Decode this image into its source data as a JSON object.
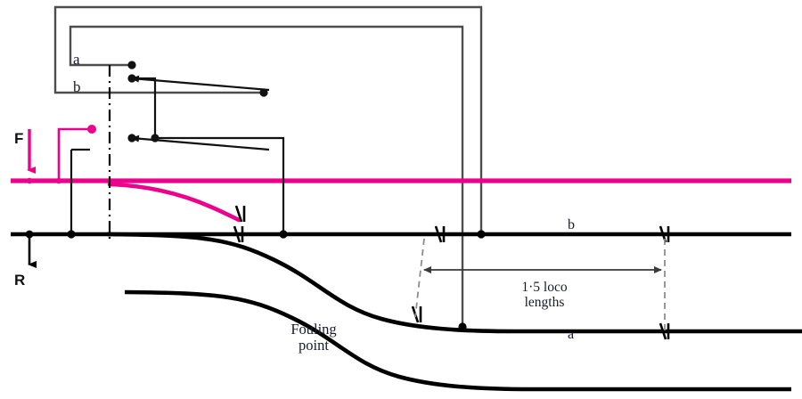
{
  "diagram": {
    "title": "Railway junction signalling layout diagram",
    "colors": {
      "track_black": "#000000",
      "overlap_magenta": "#ec008c",
      "circuit_gray": "#4d4d4d",
      "dimension_gray": "#8c8c8c",
      "label_ink": "#1a1a2e"
    },
    "labels": {
      "track_circuit_a_left": "a",
      "track_circuit_b_left": "b",
      "track_circuit_b_right": "b",
      "track_circuit_a_right": "a",
      "forward_direction": "F",
      "reverse_direction": "R",
      "fouling_point_line1": "Fouling",
      "fouling_point_line2": "point",
      "dimension_line1": "1·5 loco",
      "dimension_line2": "lengths"
    },
    "icons": {
      "forward_arrow": "down-arrow-icon",
      "reverse_arrow": "down-arrow-icon",
      "dimension_arrow": "double-headed-arrow-icon",
      "point_machine": "switch-point-icon",
      "insulated_joint": "insulated-rail-joint-icon",
      "centre_line": "dash-dot-centre-line-icon"
    }
  }
}
